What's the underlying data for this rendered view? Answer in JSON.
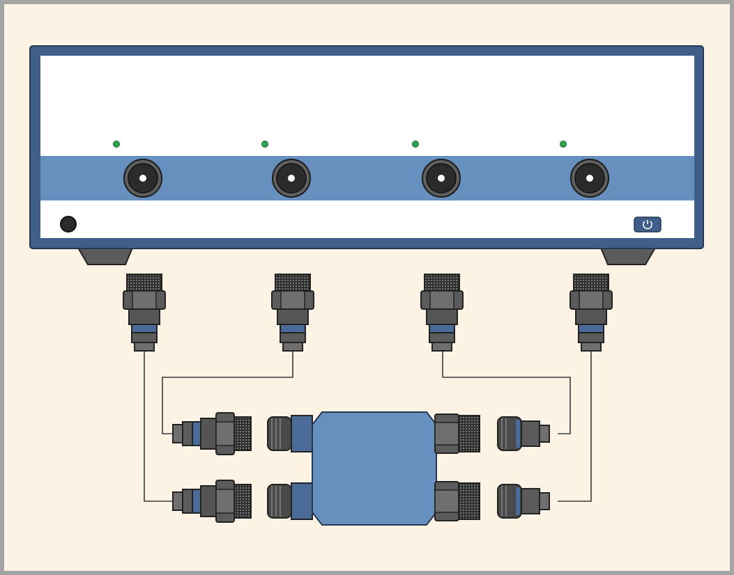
{
  "colors": {
    "frame_border": "#a4a4a4",
    "background": "#fdf3e4",
    "instrument_body": "#3f5f8a",
    "instrument_face": "#ffffff",
    "port_band": "#6790bf",
    "port_connector": "#2b2b2b",
    "status_led": "#2ea44f",
    "connector_dark": "#3a3a3a",
    "connector_mid": "#5b5b5b",
    "connector_blue": "#4a6b98",
    "dut_body": "#6790bf",
    "cable": "#3a3a3a"
  },
  "instrument": {
    "port_count": 4,
    "leds_on": [
      true,
      true,
      true,
      true
    ],
    "power_button_icon": "power-icon",
    "headphone_jack_icon": "round-jack-icon"
  },
  "cables": {
    "count": 4,
    "connector_icon": "rf-cable-connector-icon"
  },
  "dut": {
    "icon": "four-port-device-icon",
    "port_count": 4
  }
}
